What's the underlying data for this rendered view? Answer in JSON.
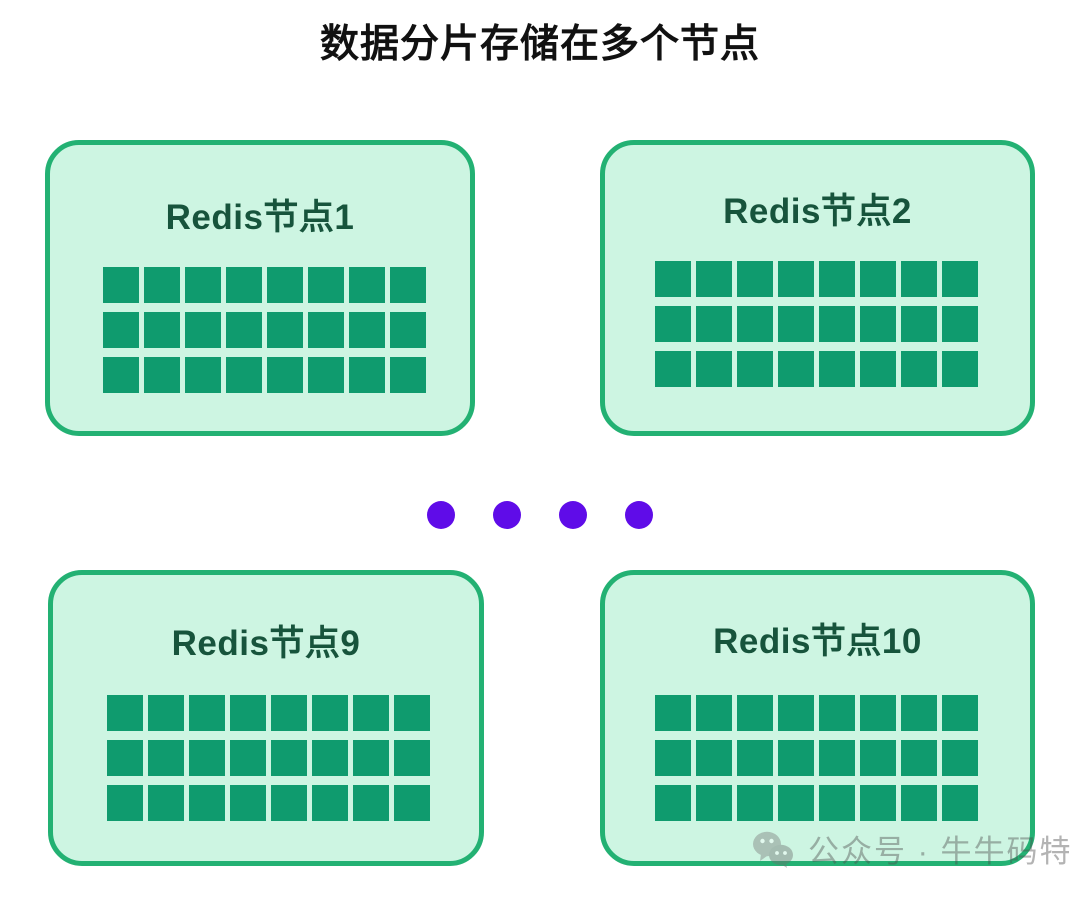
{
  "page": {
    "title": "数据分片存储在多个节点",
    "background_color": "#ffffff",
    "title_color": "#111111"
  },
  "theme": {
    "card_fill": "#cdf5e2",
    "card_border": "#23b173",
    "card_title_color": "#17543c",
    "shard_color": "#0f9b6e",
    "dot_color": "#5f0ce8"
  },
  "nodes": [
    {
      "title": "Redis节点1",
      "shard_columns": 8,
      "shard_rows": 3,
      "shard_count": 24
    },
    {
      "title": "Redis节点2",
      "shard_columns": 8,
      "shard_rows": 3,
      "shard_count": 24
    },
    {
      "title": "Redis节点9",
      "shard_columns": 8,
      "shard_rows": 3,
      "shard_count": 24
    },
    {
      "title": "Redis节点10",
      "shard_columns": 8,
      "shard_rows": 3,
      "shard_count": 24
    }
  ],
  "ellipsis": {
    "dot_count": 4,
    "meaning": "更多节点"
  },
  "watermark": {
    "icon": "wechat-icon",
    "text": "公众号 · 牛牛码特"
  }
}
